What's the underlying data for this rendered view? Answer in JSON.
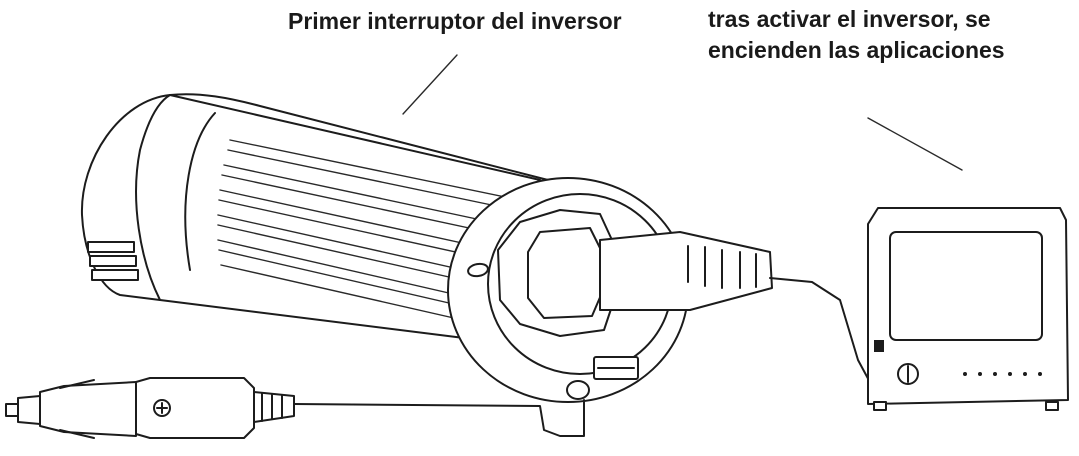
{
  "labels": {
    "inverter_switch": "Primer interruptor del inversor",
    "appliances_line1": "tras activar el inversor, se",
    "appliances_line2": "encienden las aplicaciones"
  },
  "colors": {
    "line": "#1c1c1c",
    "background": "#ffffff"
  }
}
